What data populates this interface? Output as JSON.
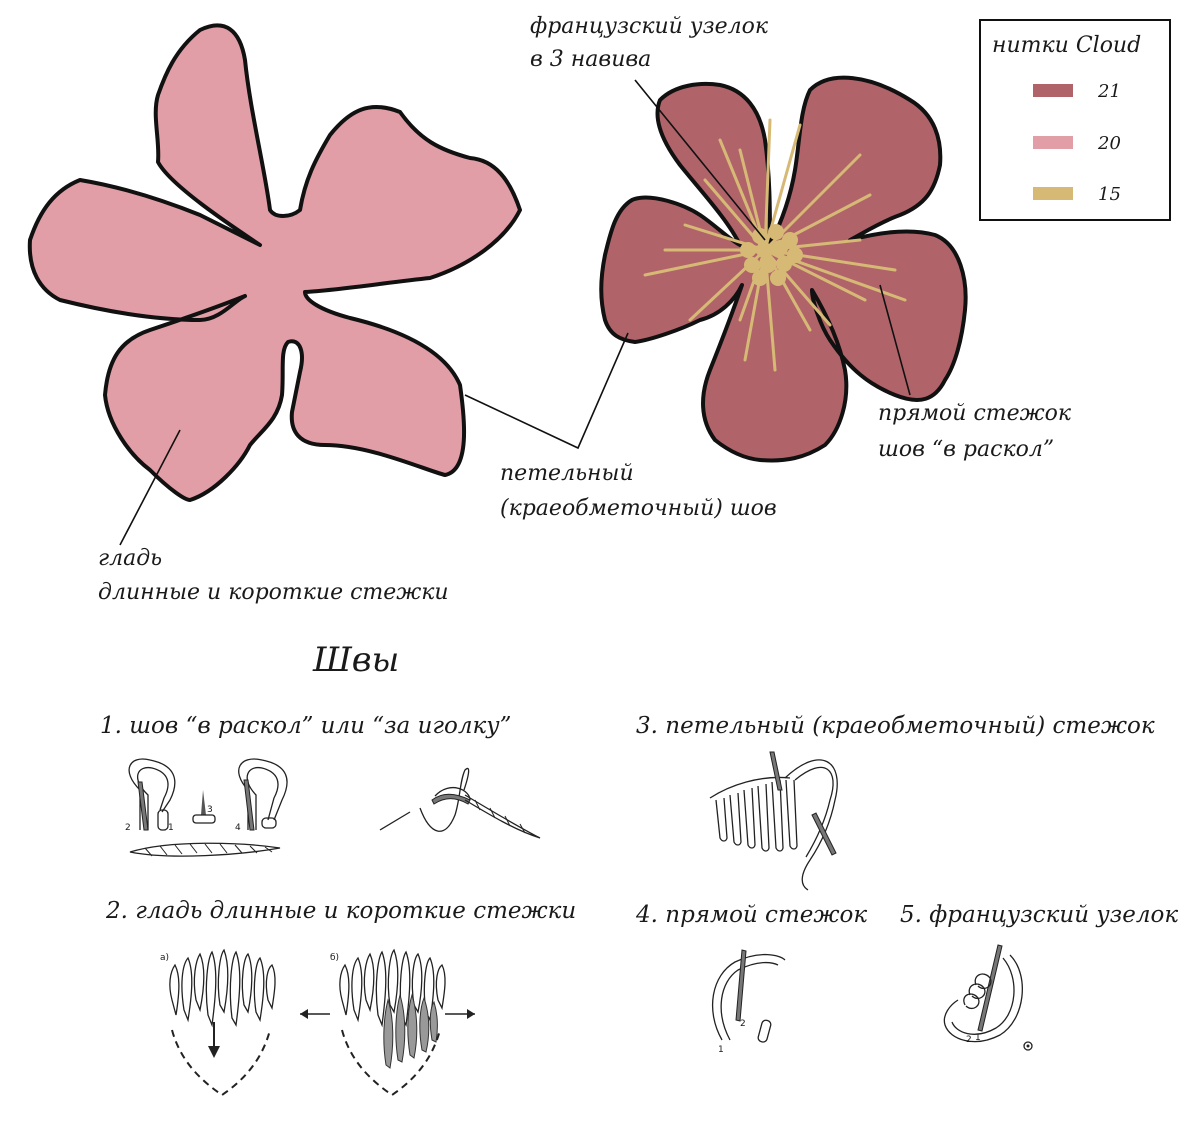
{
  "labels": {
    "french_knot": [
      "французский узелок",
      "в 3 навива"
    ],
    "satin": [
      "гладь",
      "длинные и короткие стежки"
    ],
    "buttonhole": [
      "петельный",
      "(краеобметочный) шов"
    ],
    "straight": [
      "прямой стежок",
      "шов “в раскол”"
    ]
  },
  "legend": {
    "title": "нитки Cloud",
    "items": [
      {
        "code": "21",
        "color": "#b0646a"
      },
      {
        "code": "20",
        "color": "#e19ea6"
      },
      {
        "code": "15",
        "color": "#d7b976"
      }
    ]
  },
  "colors": {
    "flower_light": "#e19ea6",
    "flower_dark": "#b0646a",
    "thread_gold": "#d7b976",
    "outline": "#111111"
  },
  "stitches": {
    "title": "Швы",
    "s1": "1. шов “в раскол” или “за иголку”",
    "s2": "2. гладь длинные и короткие стежки",
    "s3": "3. петельный (краеобметочный) стежок",
    "s4": "4. прямой стежок",
    "s5": "5. французский узелок",
    "s1_nums": [
      "2",
      "1",
      "3",
      "4"
    ],
    "s2_letters": [
      "а)",
      "б)"
    ],
    "s4_nums": [
      "2",
      "1"
    ],
    "s5_nums": [
      "2",
      "1"
    ]
  }
}
